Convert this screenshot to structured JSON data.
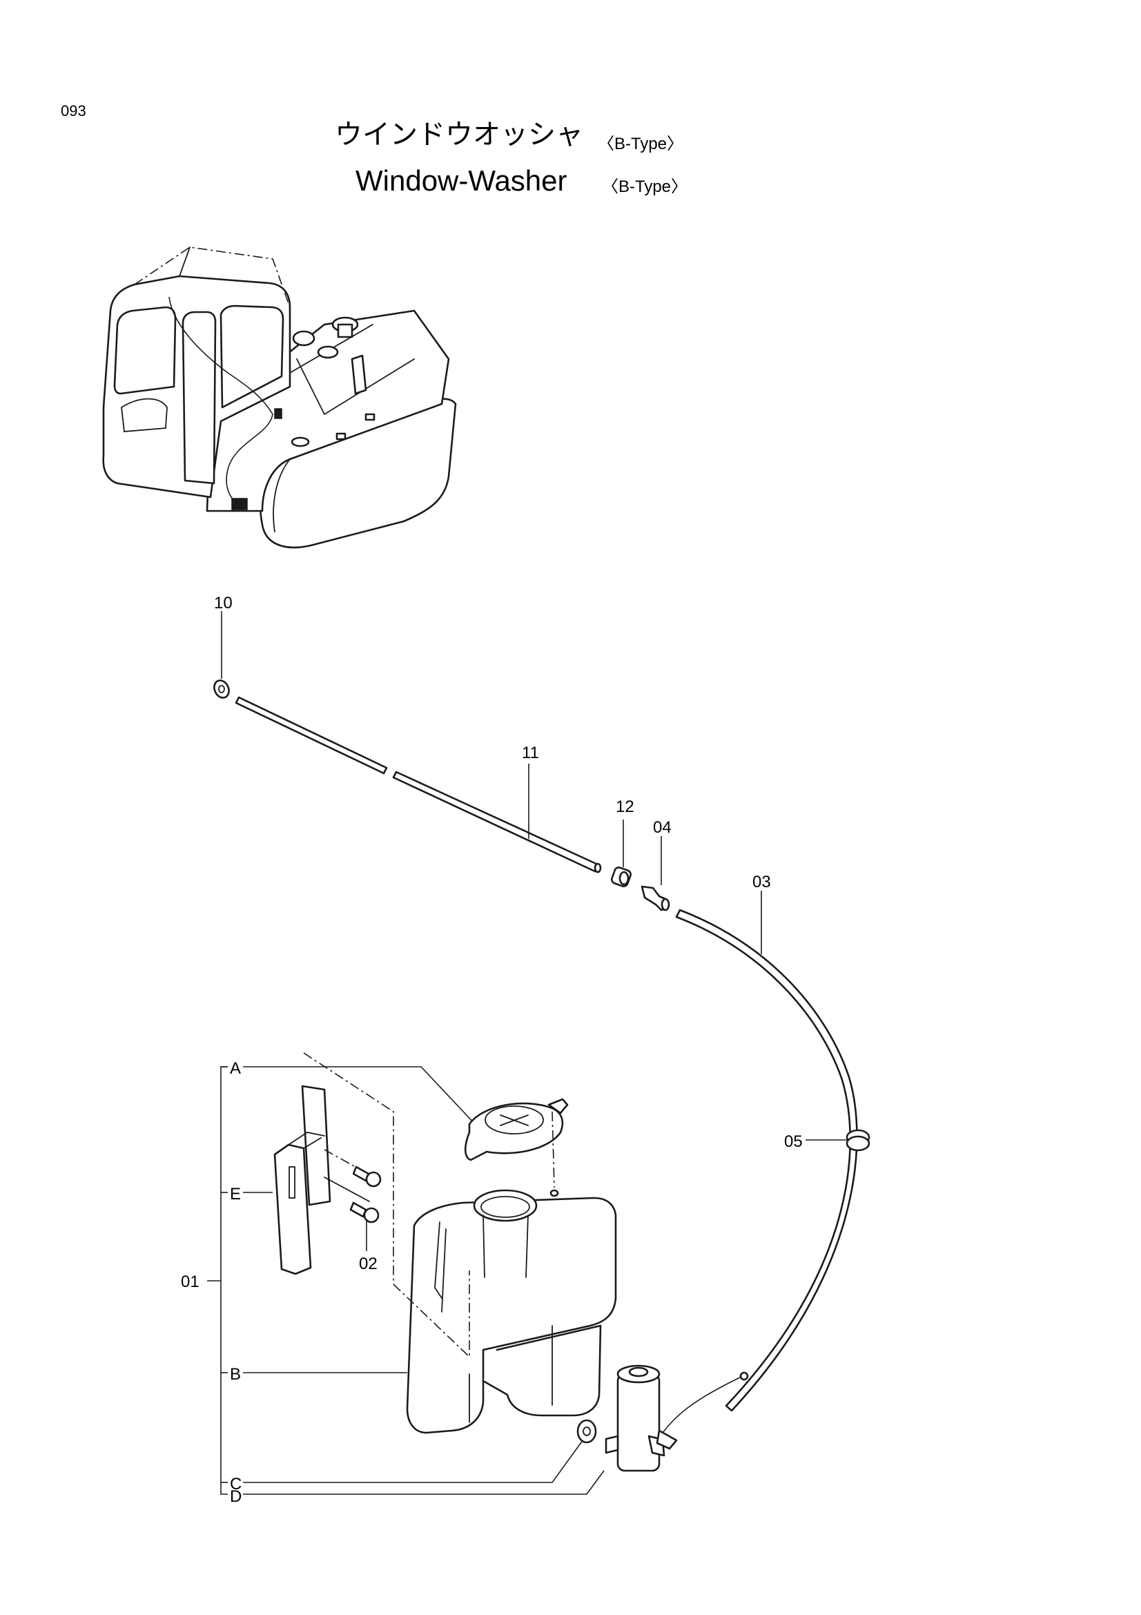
{
  "page": {
    "number": "093",
    "title_jp": "ウインドウオッシャ",
    "title_en": "Window-Washer",
    "variant": "〈B-Type〉"
  },
  "callouts": {
    "c10": "10",
    "c11": "11",
    "c12": "12",
    "c04": "04",
    "c03": "03",
    "c05": "05",
    "c01": "01",
    "c02": "02",
    "cA": "A",
    "cE": "E",
    "cB": "B",
    "cC": "C",
    "cD": "D"
  },
  "icons": {
    "machine": "excavator-cab-overview-icon",
    "tank": "washer-tank-icon",
    "cap": "tank-cap-icon",
    "pump": "washer-pump-icon",
    "bracket": "mounting-bracket-icon"
  }
}
